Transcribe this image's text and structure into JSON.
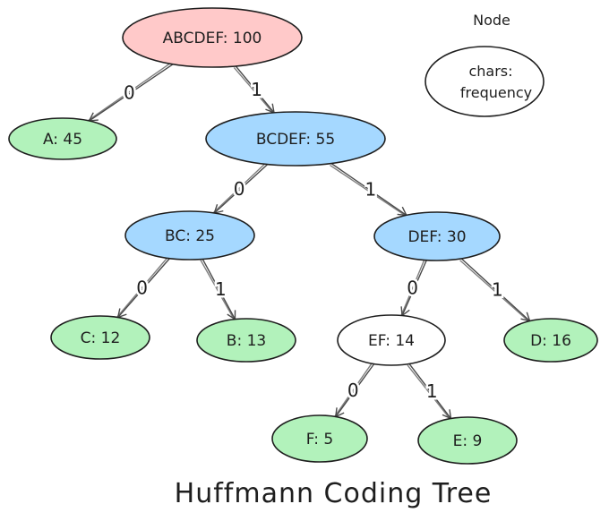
{
  "title": "Huffmann Coding Tree",
  "legend": {
    "title": "Node",
    "line1": "chars:",
    "line2": "frequency"
  },
  "colors": {
    "root": "#ffc9c9",
    "internal": "#a5d8ff",
    "leaf": "#b2f2bb",
    "plain": "#ffffff",
    "stroke": "#1e1e1e"
  },
  "nodes": [
    {
      "id": "root",
      "label": "ABCDEF: 100",
      "kind": "root"
    },
    {
      "id": "A",
      "label": "A: 45",
      "kind": "leaf"
    },
    {
      "id": "BCDEF",
      "label": "BCDEF: 55",
      "kind": "internal"
    },
    {
      "id": "BC",
      "label": "BC: 25",
      "kind": "internal"
    },
    {
      "id": "DEF",
      "label": "DEF: 30",
      "kind": "internal"
    },
    {
      "id": "C",
      "label": "C: 12",
      "kind": "leaf"
    },
    {
      "id": "B",
      "label": "B: 13",
      "kind": "leaf"
    },
    {
      "id": "EF",
      "label": "EF: 14",
      "kind": "plain"
    },
    {
      "id": "D",
      "label": "D: 16",
      "kind": "leaf"
    },
    {
      "id": "F",
      "label": "F: 5",
      "kind": "leaf"
    },
    {
      "id": "E",
      "label": "E: 9",
      "kind": "leaf"
    }
  ],
  "edges": [
    {
      "from": "root",
      "to": "A",
      "label": "0"
    },
    {
      "from": "root",
      "to": "BCDEF",
      "label": "1"
    },
    {
      "from": "BCDEF",
      "to": "BC",
      "label": "0"
    },
    {
      "from": "BCDEF",
      "to": "DEF",
      "label": "1"
    },
    {
      "from": "BC",
      "to": "C",
      "label": "0"
    },
    {
      "from": "BC",
      "to": "B",
      "label": "1"
    },
    {
      "from": "DEF",
      "to": "EF",
      "label": "0"
    },
    {
      "from": "DEF",
      "to": "D",
      "label": "1"
    },
    {
      "from": "EF",
      "to": "F",
      "label": "0"
    },
    {
      "from": "EF",
      "to": "E",
      "label": "1"
    }
  ]
}
